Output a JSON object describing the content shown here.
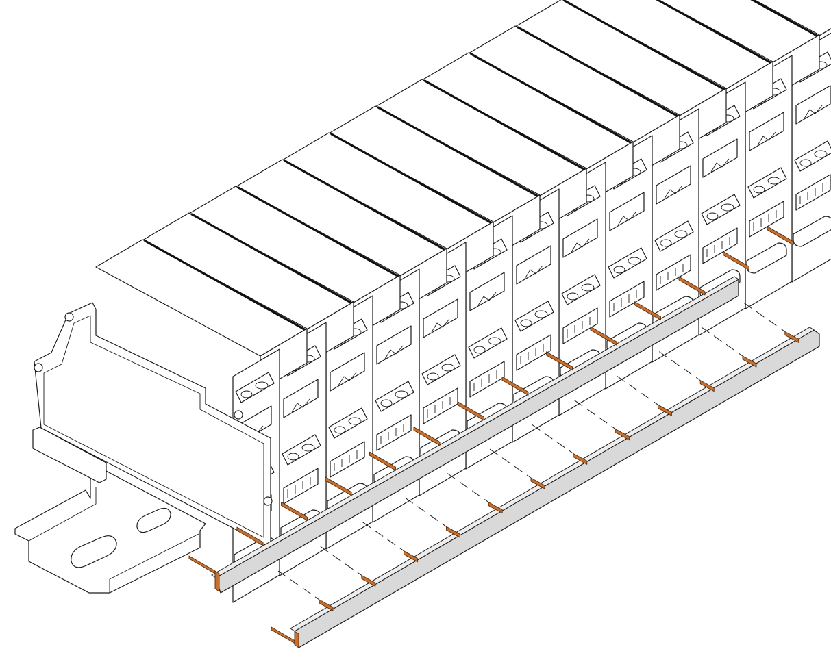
{
  "figure": {
    "module_count": 13,
    "busbar_pin_count": 13,
    "colors": {
      "busbar": "#d9d9d9",
      "pins": "#c8702e",
      "outline": "#1a1a1a",
      "housing": "#ffffff"
    },
    "parts": [
      "din-rail",
      "relay-modules",
      "installed-busbar",
      "detached-busbar",
      "alignment-lines"
    ]
  }
}
